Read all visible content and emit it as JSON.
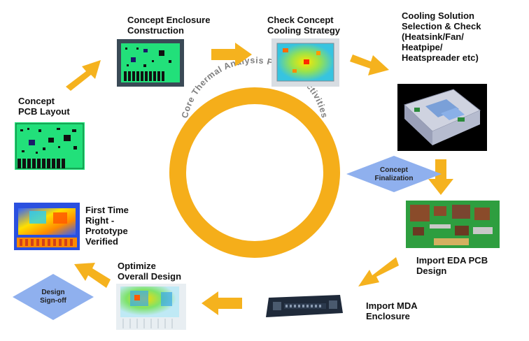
{
  "ring_text": "Core Thermal Analysis Process Activities",
  "steps": {
    "pcb_layout": [
      "Concept",
      "PCB Layout"
    ],
    "enclosure": [
      "Concept Enclosure",
      "Construction"
    ],
    "cooling_strategy": [
      "Check Concept",
      "Cooling Strategy"
    ],
    "cooling_solution": [
      "Cooling Solution",
      "Selection & Check",
      "(Heatsink/Fan/",
      "Heatpipe/",
      "Heatspreader etc)"
    ],
    "import_eda": [
      "Import EDA PCB",
      "Design"
    ],
    "import_mda": [
      "Import MDA",
      "Enclosure"
    ],
    "optimize": [
      "Optimize",
      "Overall Design"
    ],
    "first_time": [
      "First Time",
      "Right -",
      "Prototype",
      "Verified"
    ]
  },
  "milestones": {
    "concept_finalization": [
      "Concept",
      "Finalization"
    ],
    "design_signoff": [
      "Design",
      "Sign-off"
    ]
  },
  "colors": {
    "arrow": "#F5B21E",
    "ring": "#F5AE1A",
    "ring_text": "#7f7f7f",
    "diamond": "#8FB0EE",
    "pcb_green": "#22E07A",
    "board_green": "#2E9E3F"
  }
}
